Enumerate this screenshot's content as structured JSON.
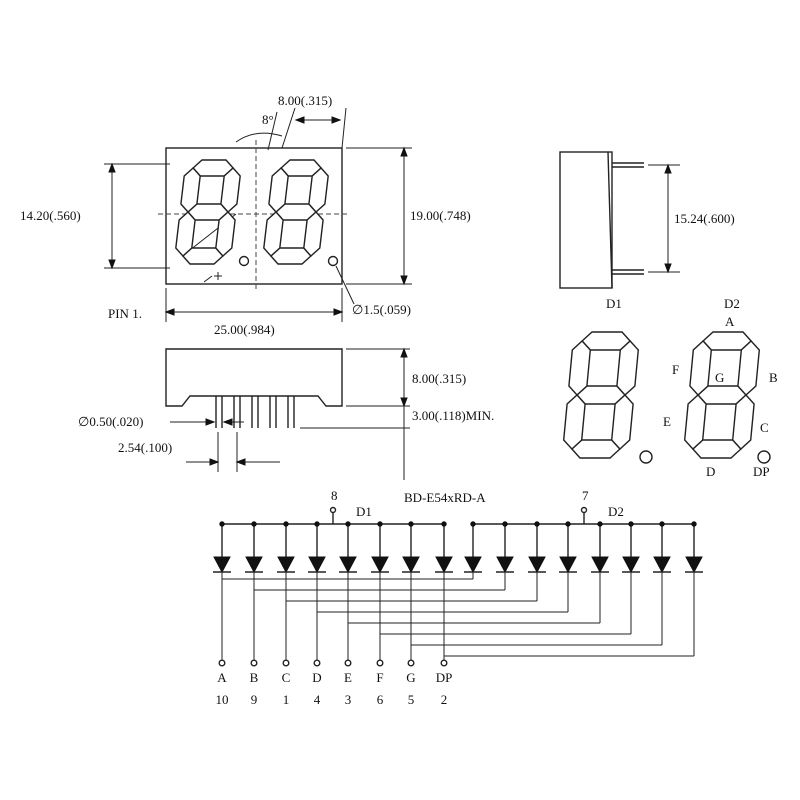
{
  "front_view": {
    "dim_angle": "8°",
    "dim_top_width": "8.00(.315)",
    "dim_height_left": "14.20(.560)",
    "dim_height_right": "19.00(.748)",
    "pin1_label": "PIN 1.",
    "dim_width": "25.00(.984)",
    "dim_dot": "∅1.5(.059)"
  },
  "side_view": {
    "dim_body_height": "8.00(.315)",
    "dim_pin_length": "3.00(.118)MIN.",
    "dim_pin_diameter": "∅0.50(.020)",
    "dim_pin_pitch": "2.54(.100)"
  },
  "profile_view": {
    "dim_height": "15.24(.600)",
    "label": "D1"
  },
  "segment_diagram": {
    "digit_2_label": "D2",
    "labels": {
      "a": "A",
      "b": "B",
      "c": "C",
      "d": "D",
      "e": "E",
      "f": "F",
      "g": "G",
      "dp": "DP"
    }
  },
  "schematic": {
    "part_number": "BD-E54xRD-A",
    "d1_label": "D1",
    "d2_label": "D2",
    "common_pin_d1": "8",
    "common_pin_d2": "7",
    "segments": [
      {
        "name": "A",
        "pin": "10"
      },
      {
        "name": "B",
        "pin": "9"
      },
      {
        "name": "C",
        "pin": "1"
      },
      {
        "name": "D",
        "pin": "4"
      },
      {
        "name": "E",
        "pin": "3"
      },
      {
        "name": "F",
        "pin": "6"
      },
      {
        "name": "G",
        "pin": "5"
      },
      {
        "name": "DP",
        "pin": "2"
      }
    ]
  }
}
